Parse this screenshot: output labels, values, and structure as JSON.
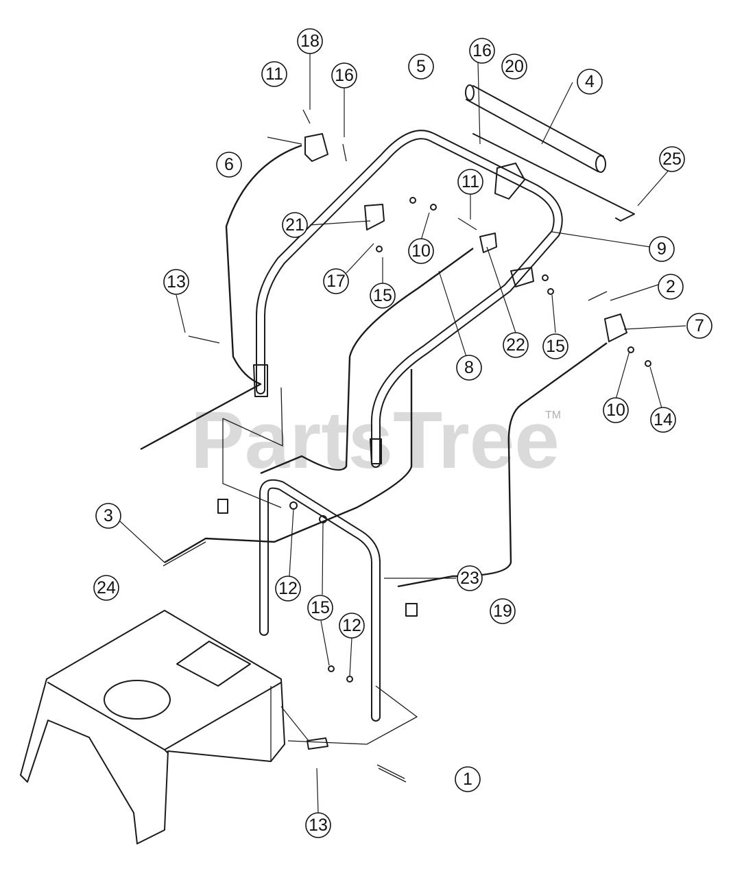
{
  "watermark": {
    "text": "PartsTree",
    "trademark": "TM"
  },
  "callouts": [
    {
      "label": "18"
    },
    {
      "label": "11"
    },
    {
      "label": "16"
    },
    {
      "label": "5"
    },
    {
      "label": "16"
    },
    {
      "label": "20"
    },
    {
      "label": "4"
    },
    {
      "label": "6"
    },
    {
      "label": "25"
    },
    {
      "label": "11"
    },
    {
      "label": "21"
    },
    {
      "label": "10"
    },
    {
      "label": "9"
    },
    {
      "label": "17"
    },
    {
      "label": "15"
    },
    {
      "label": "13"
    },
    {
      "label": "2"
    },
    {
      "label": "7"
    },
    {
      "label": "22"
    },
    {
      "label": "15"
    },
    {
      "label": "8"
    },
    {
      "label": "10"
    },
    {
      "label": "14"
    },
    {
      "label": "3"
    },
    {
      "label": "23"
    },
    {
      "label": "12"
    },
    {
      "label": "24"
    },
    {
      "label": "15"
    },
    {
      "label": "19"
    },
    {
      "label": "12"
    },
    {
      "label": "1"
    },
    {
      "label": "13"
    }
  ]
}
